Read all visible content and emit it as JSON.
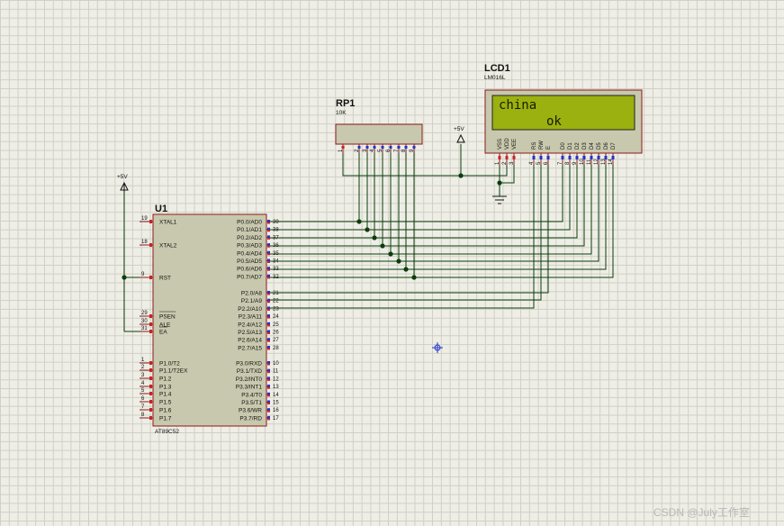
{
  "u1": {
    "ref": "U1",
    "part": "AT89C52",
    "left_pins": [
      {
        "num": "19",
        "name": "XTAL1"
      },
      {
        "num": "18",
        "name": "XTAL2"
      },
      {
        "num": "9",
        "name": "RST"
      },
      {
        "num": "29",
        "name": "PSEN"
      },
      {
        "num": "30",
        "name": "ALE"
      },
      {
        "num": "31",
        "name": "EA"
      },
      {
        "num": "1",
        "name": "P1.0/T2"
      },
      {
        "num": "2",
        "name": "P1.1/T2EX"
      },
      {
        "num": "3",
        "name": "P1.2"
      },
      {
        "num": "4",
        "name": "P1.3"
      },
      {
        "num": "5",
        "name": "P1.4"
      },
      {
        "num": "6",
        "name": "P1.5"
      },
      {
        "num": "7",
        "name": "P1.6"
      },
      {
        "num": "8",
        "name": "P1.7"
      }
    ],
    "right_pins": [
      {
        "num": "39",
        "name": "P0.0/AD0"
      },
      {
        "num": "38",
        "name": "P0.1/AD1"
      },
      {
        "num": "37",
        "name": "P0.2/AD2"
      },
      {
        "num": "36",
        "name": "P0.3/AD3"
      },
      {
        "num": "35",
        "name": "P0.4/AD4"
      },
      {
        "num": "34",
        "name": "P0.5/AD5"
      },
      {
        "num": "33",
        "name": "P0.6/AD6"
      },
      {
        "num": "32",
        "name": "P0.7/AD7"
      },
      {
        "num": "21",
        "name": "P2.0/A8"
      },
      {
        "num": "22",
        "name": "P2.1/A9"
      },
      {
        "num": "23",
        "name": "P2.2/A10"
      },
      {
        "num": "24",
        "name": "P2.3/A11"
      },
      {
        "num": "25",
        "name": "P2.4/A12"
      },
      {
        "num": "26",
        "name": "P2.5/A13"
      },
      {
        "num": "27",
        "name": "P2.6/A14"
      },
      {
        "num": "28",
        "name": "P2.7/A15"
      },
      {
        "num": "10",
        "name": "P3.0/RXD"
      },
      {
        "num": "11",
        "name": "P3.1/TXD"
      },
      {
        "num": "12",
        "name": "P3.2/INT0"
      },
      {
        "num": "13",
        "name": "P3.3/INT1"
      },
      {
        "num": "14",
        "name": "P3.4/T0"
      },
      {
        "num": "15",
        "name": "P3.5/T1"
      },
      {
        "num": "16",
        "name": "P3.6/WR"
      },
      {
        "num": "17",
        "name": "P3.7/RD"
      }
    ]
  },
  "rp1": {
    "ref": "RP1",
    "value": "10K",
    "pins": [
      "1",
      "2",
      "3",
      "4",
      "5",
      "6",
      "7",
      "8",
      "9"
    ]
  },
  "lcd1": {
    "ref": "LCD1",
    "part": "LM016L",
    "line1": "china",
    "line2": "ok",
    "pin_names": [
      "VSS",
      "VDD",
      "VEE",
      "RS",
      "RW",
      "E",
      "D0",
      "D1",
      "D2",
      "D3",
      "D4",
      "D5",
      "D6",
      "D7"
    ],
    "pin_nums": [
      "1",
      "2",
      "3",
      "4",
      "5",
      "6",
      "7",
      "8",
      "9",
      "10",
      "11",
      "12",
      "13",
      "14"
    ],
    "screen_color": "#9ab10f"
  },
  "power": {
    "vcc_label_1": "+5V",
    "vcc_label_2": "+5V"
  },
  "watermark": "CSDN @July工作室",
  "colors": {
    "wire": "#0b3d0b",
    "outline": "#8b1a1a",
    "body": "#c8c8ae",
    "pin_marker_red": "#cc2222",
    "pin_marker_blue": "#2233cc"
  }
}
